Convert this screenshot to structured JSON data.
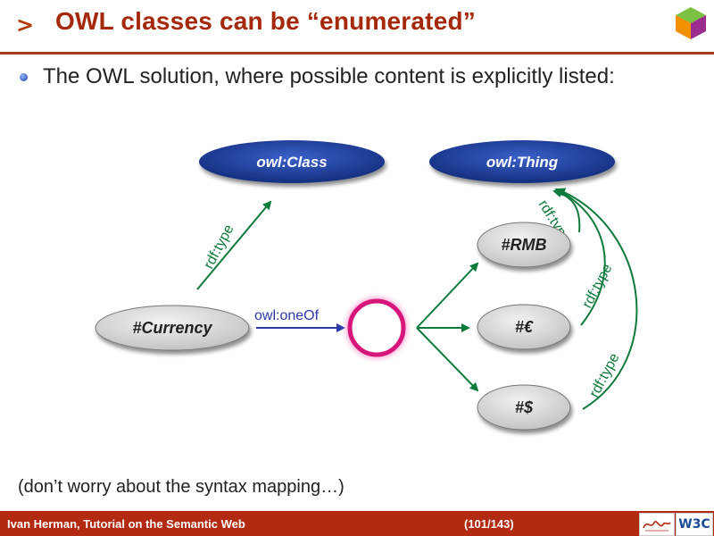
{
  "header": {
    "nav_symbol": ">",
    "title": "OWL classes can be “enumerated”",
    "logo_icon": "rdf-cube-logo"
  },
  "bullet": {
    "text": "The OWL solution, where possible content is explicitly listed:"
  },
  "diagram": {
    "nodes": {
      "owl_class": "owl:Class",
      "owl_thing": "owl:Thing",
      "currency": "#Currency",
      "rmb": "#RMB",
      "euro": "#€",
      "dollar": "#$"
    },
    "edges": {
      "rdf_type_1": "rdf:type",
      "one_of": "owl:oneOf",
      "rdf_type_2": "rdf:type",
      "rdf_type_3": "rdf:type",
      "rdf_type_4": "rdf:type"
    },
    "colors": {
      "class_fill": "#1e3f9c",
      "class_text": "#ffffff",
      "instance_fill": "#dcdcdc",
      "type_arrow": "#0e7a3c",
      "oneof_arrow": "#2b3aa5",
      "list_ring": "#d6167a"
    }
  },
  "footnote": "(don’t worry about the syntax mapping…)",
  "footer": {
    "author_title": "Ivan Herman, Tutorial on the Semantic Web",
    "page": "(101/143)",
    "signature_icon": "signature-logo",
    "w3c_label": "W3C"
  }
}
